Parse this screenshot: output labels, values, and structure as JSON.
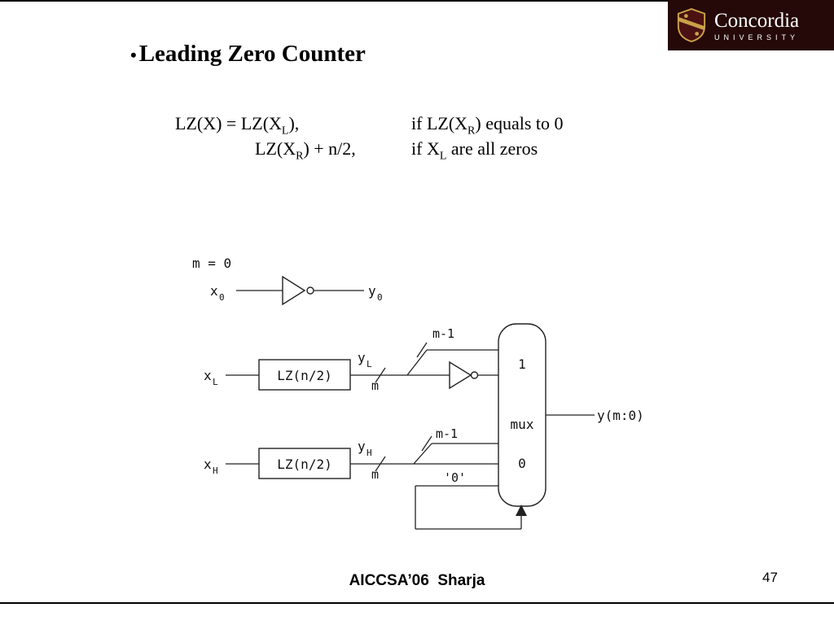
{
  "colors": {
    "logo_background": "#250808",
    "logo_gold": "#c9a24a",
    "logo_text": "#ffffff"
  },
  "logo": {
    "name": "Concordia",
    "subtitle": "UNIVERSITY"
  },
  "title": {
    "bullet": "•",
    "text": "Leading Zero Counter"
  },
  "formula": {
    "line1": {
      "a": "LZ(X) = LZ(X",
      "sub1": "L",
      "b": "),",
      "cond_a": "if LZ(X",
      "cond_sub": "R",
      "cond_b": ") equals to 0"
    },
    "line2": {
      "a": "LZ(X",
      "sub1": "R",
      "b": ") + n/2,",
      "cond_a": "if X",
      "cond_sub": "L",
      "cond_b": " are all zeros"
    }
  },
  "diagram": {
    "m_eq_zero": "m = 0",
    "x0_base": "x",
    "x0_sub": "0",
    "y0_base": "y",
    "y0_sub": "0",
    "xl_base": "x",
    "xl_sub": "L",
    "yl_base": "y",
    "yl_sub": "L",
    "xh_base": "x",
    "xh_sub": "H",
    "yh_base": "y",
    "yh_sub": "H",
    "lz_box_top_label": "LZ(n/2)",
    "lz_box_bottom_label": "LZ(n/2)",
    "bus_m_top": "m",
    "bus_m_bottom": "m",
    "bus_m1_top": "m-1",
    "bus_m1_bottom": "m-1",
    "mux_in_1": "1",
    "mux_label": "mux",
    "mux_in_0": "0",
    "const_zero": "'0'",
    "output_label": "y(m:0)"
  },
  "footer": {
    "conference": "AICCSA’06  Sharja",
    "page_number": "47"
  }
}
